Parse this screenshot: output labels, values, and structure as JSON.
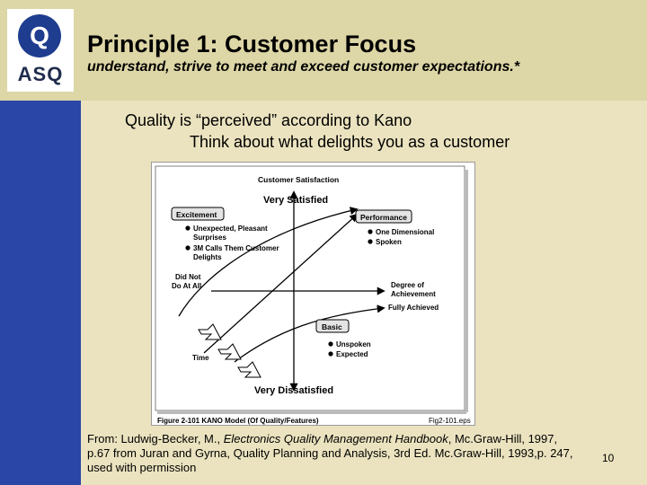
{
  "logo": {
    "mark": "Q",
    "text": "ASQ"
  },
  "header": {
    "title": "Principle 1:  Customer Focus",
    "subtitle": "understand, strive to meet and exceed customer expectations.*"
  },
  "body": {
    "line1": "Quality is “perceived” according to Kano",
    "line2": "Think about what delights you as a customer"
  },
  "figure": {
    "axis_top": "Customer Satisfaction",
    "very_satisfied": "Very Satisfied",
    "very_dissatisfied": "Very Dissatisfied",
    "did_not_1": "Did Not",
    "did_not_2": "Do At  All",
    "degree_1": "Degree of",
    "degree_2": "Achievement",
    "fully_achieved": "Fully Achieved",
    "time": "Time",
    "excitement": {
      "title": "Excitement",
      "items": [
        "Unexpected, Pleasant",
        "Surprises",
        "3M Calls Them Customer",
        "Delights"
      ]
    },
    "performance": {
      "title": "Performance",
      "items": [
        "One Dimensional",
        "Spoken"
      ]
    },
    "basic": {
      "title": "Basic",
      "items": [
        "Unspoken",
        "Expected"
      ]
    },
    "caption": "Figure 2-101  KANO Model (Of Quality/Features)",
    "file": "Fig2-101.eps"
  },
  "citation": {
    "part1": "From: Ludwig-Becker, M., ",
    "book": "Electronics Quality Management Handbook",
    "part2": ", Mc.Graw-Hill, 1997,",
    "line2": "p.67 from Juran and Gyrna, Quality Planning and Analysis, 3rd Ed. Mc.Graw-Hill, 1993,p. 247,",
    "line3": "used with permission"
  },
  "page_number": "10",
  "colors": {
    "header": "#ddd6a6",
    "sidebar": "#2a46a6",
    "background": "#ebe3bf"
  }
}
